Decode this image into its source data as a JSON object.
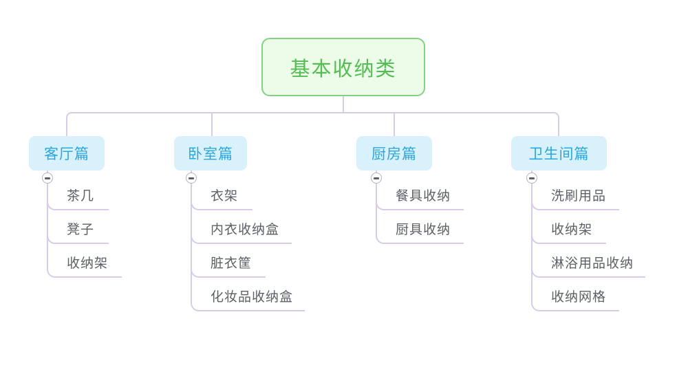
{
  "root": {
    "label": "基本收纳类"
  },
  "branches": [
    {
      "label": "客厅篇",
      "children": [
        "茶几",
        "凳子",
        "收纳架"
      ]
    },
    {
      "label": "卧室篇",
      "children": [
        "衣架",
        "内衣收纳盒",
        "脏衣筐",
        "化妆品收纳盒"
      ]
    },
    {
      "label": "厨房篇",
      "children": [
        "餐具收纳",
        "厨具收纳"
      ]
    },
    {
      "label": "卫生间篇",
      "children": [
        "洗刷用品",
        "收纳架",
        "淋浴用品收纳",
        "收纳网格"
      ]
    }
  ],
  "icons": {
    "collapse": "minus-icon"
  },
  "colors": {
    "root_bg": "#edfbe9",
    "root_border": "#82d282",
    "root_text": "#53bd53",
    "branch_bg": "#d9f1fb",
    "branch_text": "#2ba6dd",
    "leaf_text": "#5b5f66",
    "line": "#d8cbe8",
    "collapse_border": "#b3b3bd",
    "collapse_bg": "#ffffff",
    "collapse_glyph": "#5f5f66",
    "canvas_bg": "#ffffff"
  }
}
